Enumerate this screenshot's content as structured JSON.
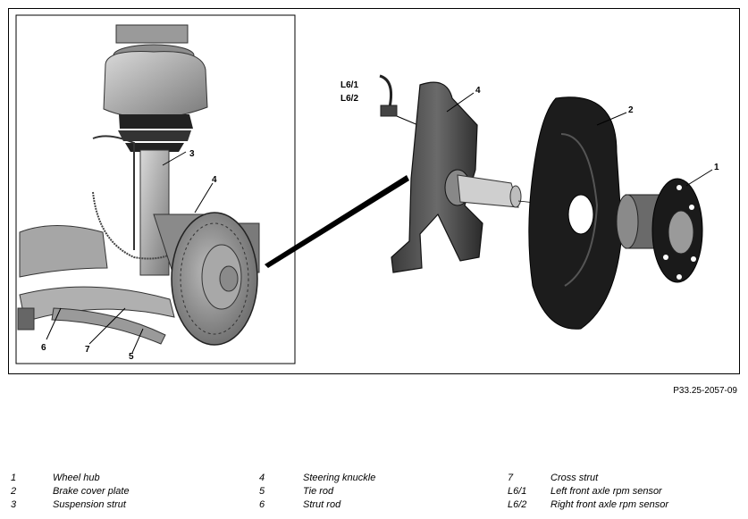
{
  "callouts": {
    "c1": "1",
    "c2": "2",
    "c3": "3",
    "c4a": "4",
    "c4b": "4",
    "c5": "5",
    "c6": "6",
    "c7": "7",
    "l61": "L6/1",
    "l62": "L6/2"
  },
  "figure_ref": "P33.25-2057-09",
  "legend": [
    {
      "num": "1",
      "text": "Wheel hub"
    },
    {
      "num": "2",
      "text": "Brake cover plate"
    },
    {
      "num": "3",
      "text": "Suspension strut"
    },
    {
      "num": "4",
      "text": "Steering knuckle"
    },
    {
      "num": "5",
      "text": "Tie rod"
    },
    {
      "num": "6",
      "text": "Strut rod"
    },
    {
      "num": "7",
      "text": "Cross strut"
    },
    {
      "num": "L6/1",
      "text": "Left front axle rpm sensor"
    },
    {
      "num": "L6/2",
      "text": "Right front axle rpm sensor"
    }
  ]
}
